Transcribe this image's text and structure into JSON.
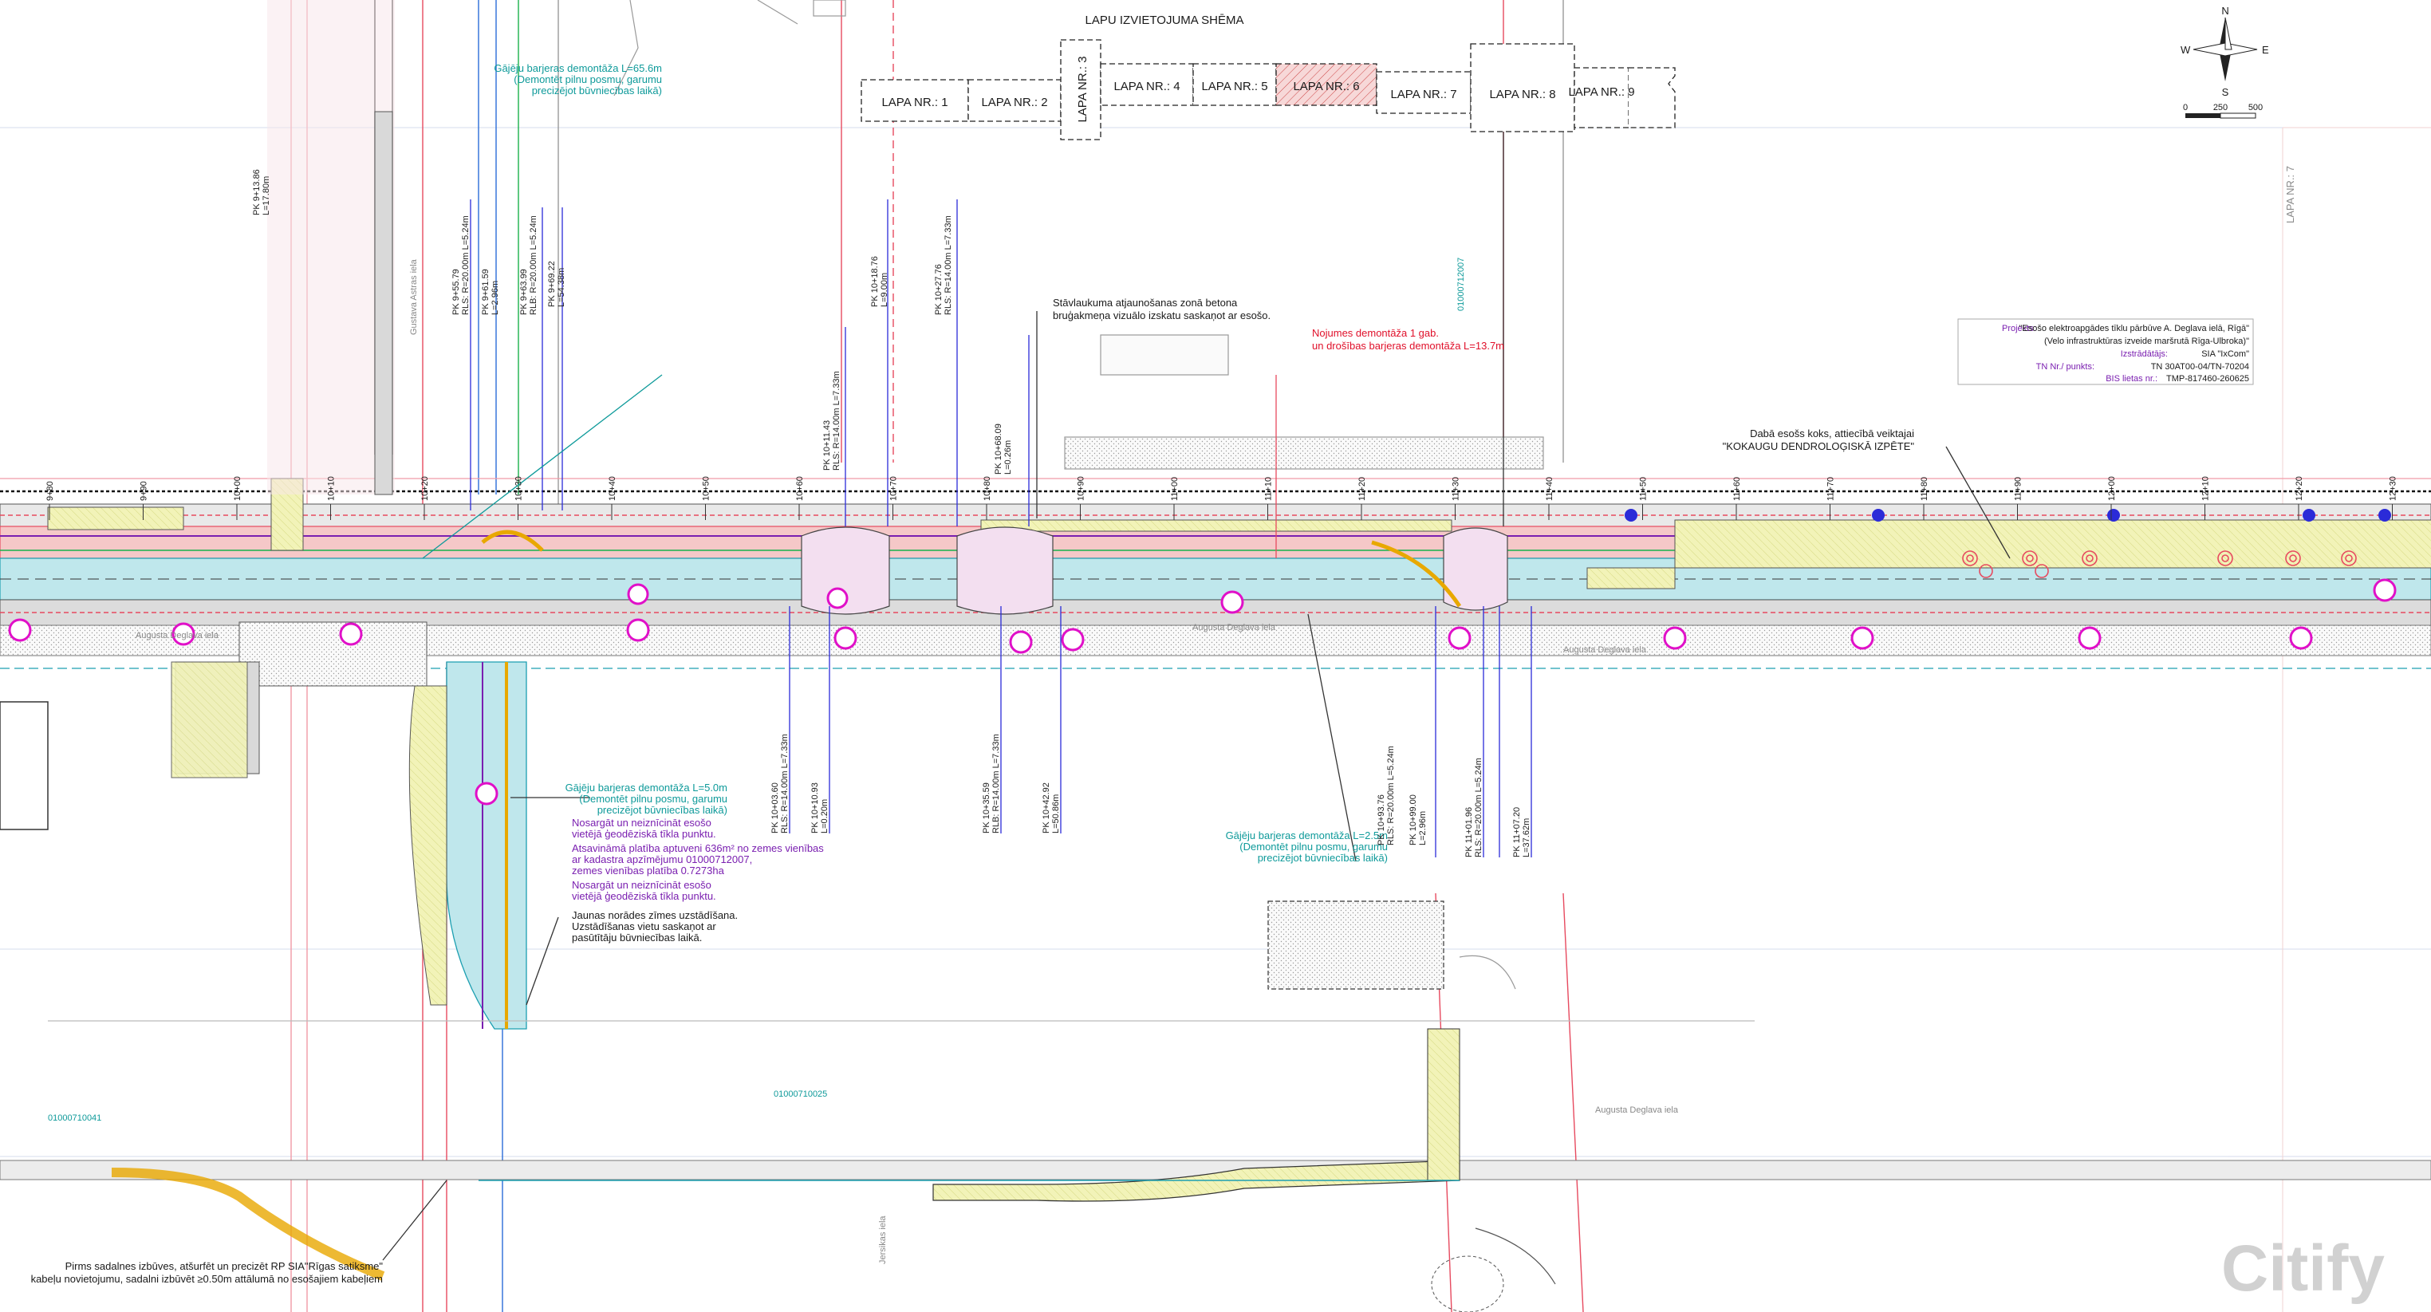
{
  "schema": {
    "title": "LAPU IZVIETOJUMA SHĒMA",
    "sheets": [
      {
        "label": "LAPA NR.: 1",
        "active": false
      },
      {
        "label": "LAPA NR.: 2",
        "active": false
      },
      {
        "label": "LAPA NR.: 3",
        "active": false
      },
      {
        "label": "LAPA NR.: 4",
        "active": false
      },
      {
        "label": "LAPA NR.: 5",
        "active": false
      },
      {
        "label": "LAPA NR.: 6",
        "active": true
      },
      {
        "label": "LAPA NR.: 7",
        "active": false
      },
      {
        "label": "LAPA NR.: 8",
        "active": false
      },
      {
        "label": "LAPA NR.: 9",
        "active": false
      }
    ]
  },
  "north": {
    "n": "N",
    "e": "E",
    "s": "S",
    "w": "W"
  },
  "scale": {
    "t0": "0",
    "t1": "250",
    "t2": "500"
  },
  "edge_label": "LAPA NR.: 7",
  "project": {
    "projekts_key": "Projekts:",
    "projekts_val": "\"Esošo elektroapgādes tīklu pārbūve A. Deglava ielā, Rīgā\"",
    "projekts_sub": "(Velo infrastruktūras izveide maršrutā Rīga-Ulbroka)\"",
    "izstr_key": "Izstrādātājs:",
    "izstr_val": "SIA \"IxCom\"",
    "tn_key": "TN Nr./ punkts:",
    "tn_val": "TN 30AT00-04/TN-70204",
    "bis_key": "BIS lietas nr.:",
    "bis_val": "TMP-817460-260625"
  },
  "callouts": {
    "barrier1": [
      "Gājēju barjeras demontāža L=65.6m",
      "(Demontēt pilnu posmu, garumu",
      "precizējot būvniecības laikā)"
    ],
    "parking": [
      "Stāvlaukuma atjaunošanas zonā betona",
      "bruģakmeņa vizuālo izskatu saskaņot ar esošo."
    ],
    "canopy": [
      "Nojumes demontāža 1 gab.",
      "un drošības barjeras demontāža L=13.7m"
    ],
    "tree": [
      "Dabā esošs koks, attiecībā veiktajai",
      "\"KOKAUGU DENDROLOĢISKĀ IZPĒTE\""
    ],
    "barrier2": [
      "Gājēju barjeras demontāža L=5.0m",
      "(Demontēt pilnu posmu, garumu",
      "precizējot būvniecības laikā)"
    ],
    "geod1": [
      "Nosargāt un neiznīcināt esošo",
      "vietējā ģeodēziskā tīkla punktu."
    ],
    "land": [
      "Atsavināmā platība aptuveni 636m² no zemes vienības",
      "ar kadastra apzīmējumu 01000712007,",
      "zemes vienības platība 0.7273ha"
    ],
    "geod2": [
      "Nosargāt un neiznīcināt esošo",
      "vietējā ģeodēziskā tīkla punktu."
    ],
    "sign": [
      "Jaunas norādes zīmes uzstādīšana.",
      "Uzstādīšanas vietu saskaņot ar",
      "pasūtītāju būvniecības laikā."
    ],
    "barrier3": [
      "Gājēju barjeras demontāža L=2.5m",
      "(Demontēt pilnu posmu, garumu",
      "precizējot būvniecības laikā)"
    ],
    "cable": [
      "Pirms sadalnes izbūves, atšurfēt un precizēt RP SIA\"Rīgas satiksme\"",
      "kabeļu novietojumu, sadalni izbūvēt ≥0.50m attālumā no esošajiem kabeļiem"
    ]
  },
  "pk_upper": [
    [
      "PK 9+13.86",
      "L=17.80m"
    ],
    [
      "PK 9+55.79",
      "RLS: R=20.00m L=5.24m"
    ],
    [
      "PK 9+61.59",
      "L=2.96m"
    ],
    [
      "PK 9+63.99",
      "RLB: R=20.00m L=5.24m"
    ],
    [
      "PK 9+69.22",
      "L=54.38m"
    ],
    [
      "PK 10+18.76",
      "L=9.00m"
    ],
    [
      "PK 10+27.76",
      "RLS: R=14.00m L=7.33m"
    ],
    [
      "PK 10+11.43",
      "RLS: R=14.00m L=7.33m"
    ],
    [
      "PK 10+68.09",
      "L=0.26m"
    ]
  ],
  "pk_lower": [
    [
      "PK 10+03.60",
      "RLS: R=14.00m L=7.33m"
    ],
    [
      "PK 10+10.93",
      "L=0.20m"
    ],
    [
      "PK 10+35.59",
      "RLB: R=14.00m L=7.33m"
    ],
    [
      "PK 10+42.92",
      "L=50.86m"
    ],
    [
      "PK 10+93.76",
      "RLS: R=20.00m L=5.24m"
    ],
    [
      "PK 10+99.00",
      "L=2.96m"
    ],
    [
      "PK 11+01.96",
      "RLS: R=20.00m L=5.24m"
    ],
    [
      "PK 11+07.20",
      "L=37.62m"
    ]
  ],
  "chainage": [
    "9+80",
    "9+90",
    "10+00",
    "10+10",
    "10+20",
    "10+30",
    "10+40",
    "10+50",
    "10+60",
    "10+70",
    "10+80",
    "10+90",
    "11+00",
    "11+10",
    "11+20",
    "11+30",
    "11+40",
    "11+50",
    "11+60",
    "11+70",
    "11+80",
    "11+90",
    "12+00",
    "12+10",
    "12+20",
    "12+30"
  ],
  "streets": {
    "deglava1": "Augusta Deglava iela",
    "deglava2": "Augusta Deglava iela",
    "deglava3": "Augusta Deglava iela",
    "deglava4": "Augusta Deglava iela",
    "asara": "Gustava Astras iela",
    "jersika": "Jersikas iela",
    "cadastre1": "01000712007",
    "cadastre2": "01000710041",
    "cadastre3": "01000710025"
  },
  "watermark": "Citify"
}
